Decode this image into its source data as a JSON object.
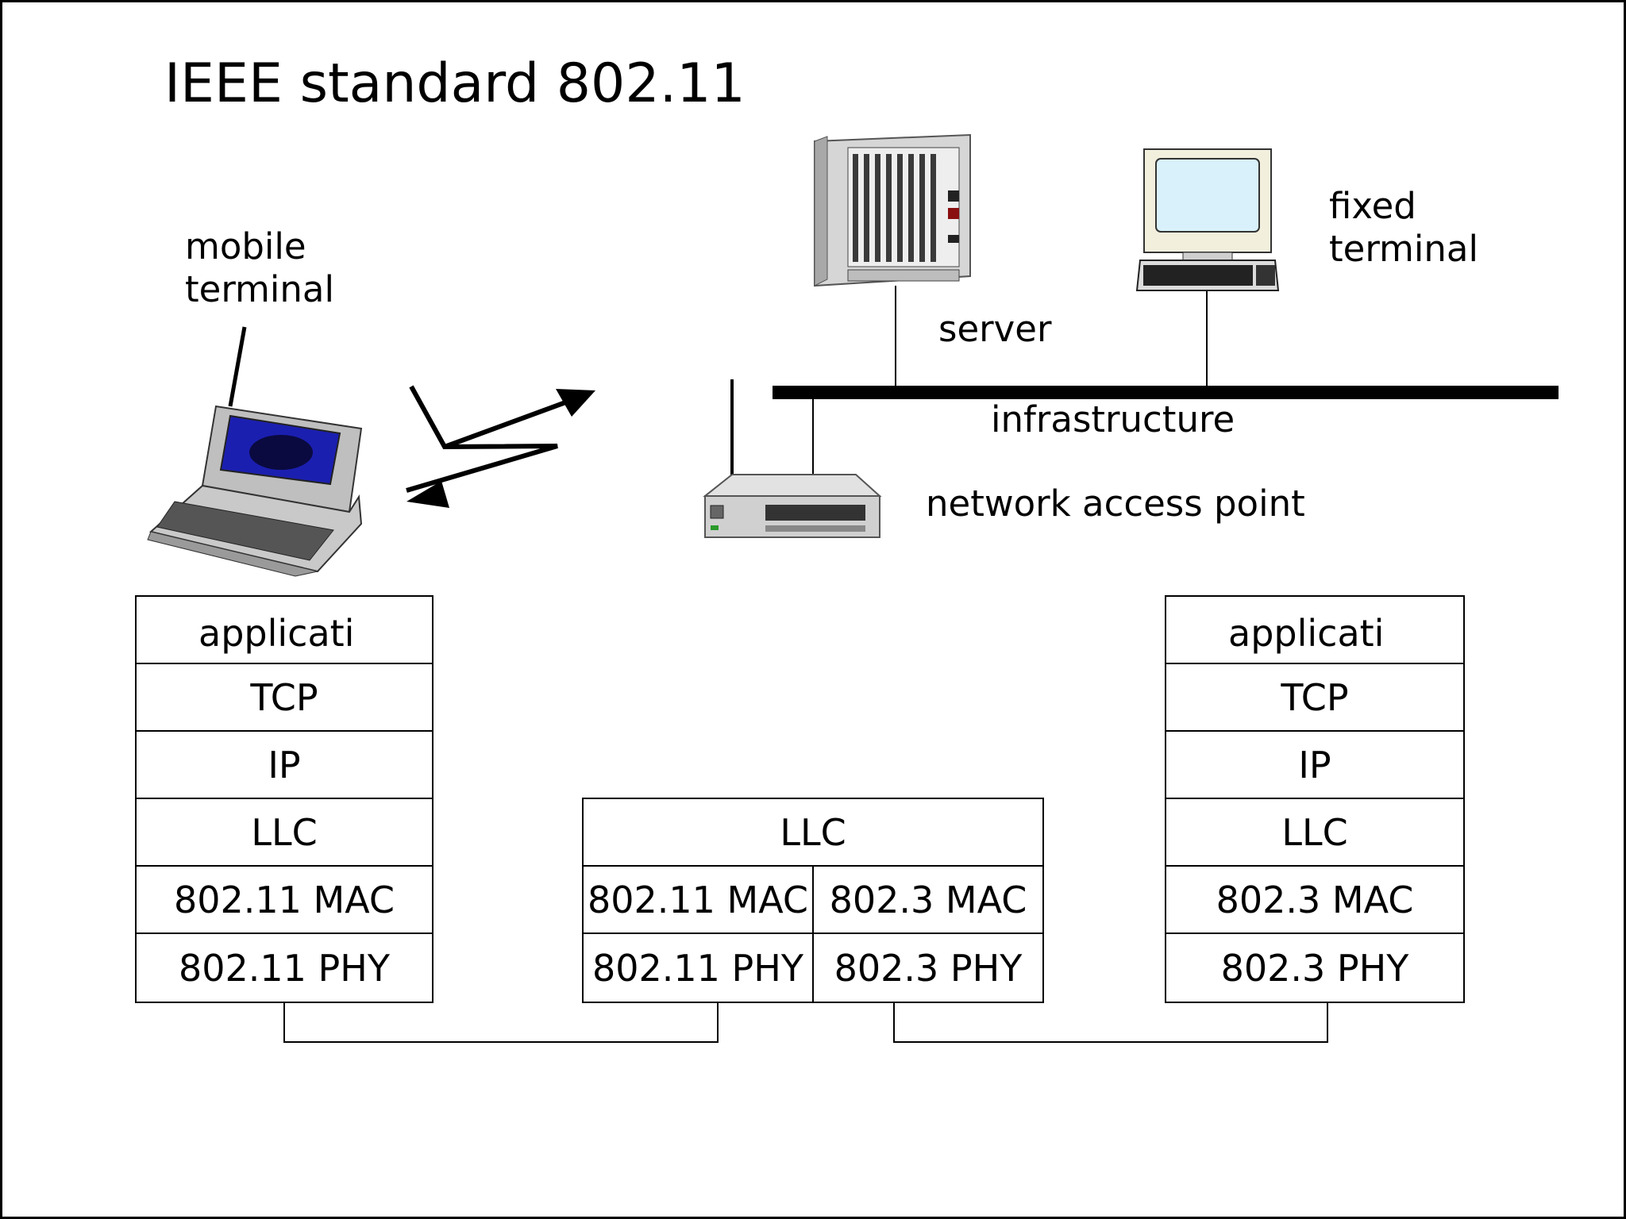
{
  "title": "IEEE standard 802.11",
  "labels": {
    "mobile_terminal": "mobile\nterminal",
    "fixed_terminal": "fixed\nterminal",
    "server": "server",
    "infrastructure": "infrastructure",
    "access_point": "network access point"
  },
  "stacks": {
    "mobile": [
      "application",
      "TCP",
      "IP",
      "LLC",
      "802.11 MAC",
      "802.11 PHY"
    ],
    "access_point": {
      "llc": "LLC",
      "left_mac": "802.11 MAC",
      "left_phy": "802.11 PHY",
      "right_mac": "802.3 MAC",
      "right_phy": "802.3 PHY"
    },
    "fixed": [
      "application",
      "TCP",
      "IP",
      "LLC",
      "802.3 MAC",
      "802.3 PHY"
    ]
  },
  "icons": [
    "laptop-icon",
    "server-rack-icon",
    "desktop-computer-icon",
    "access-point-icon",
    "wireless-link-icon"
  ]
}
